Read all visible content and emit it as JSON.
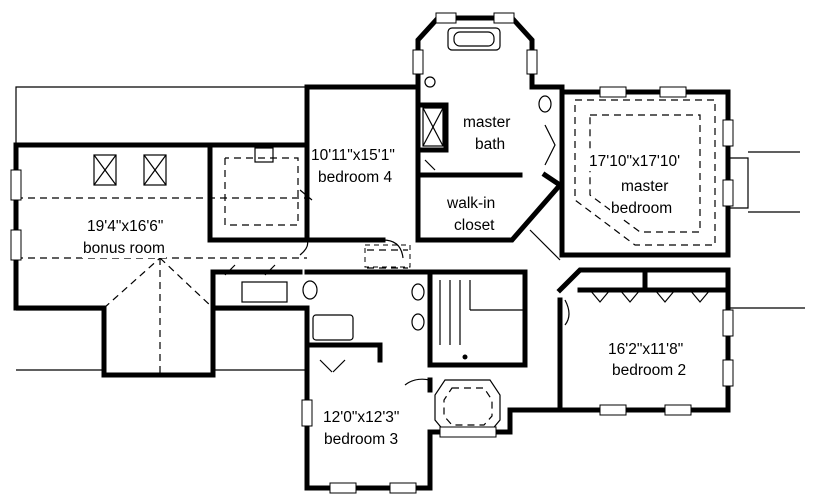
{
  "rooms": {
    "bonus": {
      "dims": "19'4\"x16'6\"",
      "name": "bonus room"
    },
    "bedroom4": {
      "dims": "10'11\"x15'1\"",
      "name": "bedroom 4"
    },
    "master_bath": {
      "line1": "master",
      "line2": "bath"
    },
    "walkin": {
      "line1": "walk-in",
      "line2": "closet"
    },
    "master_bedroom": {
      "dims": "17'10\"x17'10'",
      "line1": "master",
      "line2": "bedroom"
    },
    "bedroom2": {
      "dims": "16'2\"x11'8\"",
      "name": "bedroom 2"
    },
    "bedroom3": {
      "dims": "12'0\"x12'3\"",
      "name": "bedroom 3"
    }
  },
  "colors": {
    "line": "#000000",
    "background": "#ffffff"
  }
}
